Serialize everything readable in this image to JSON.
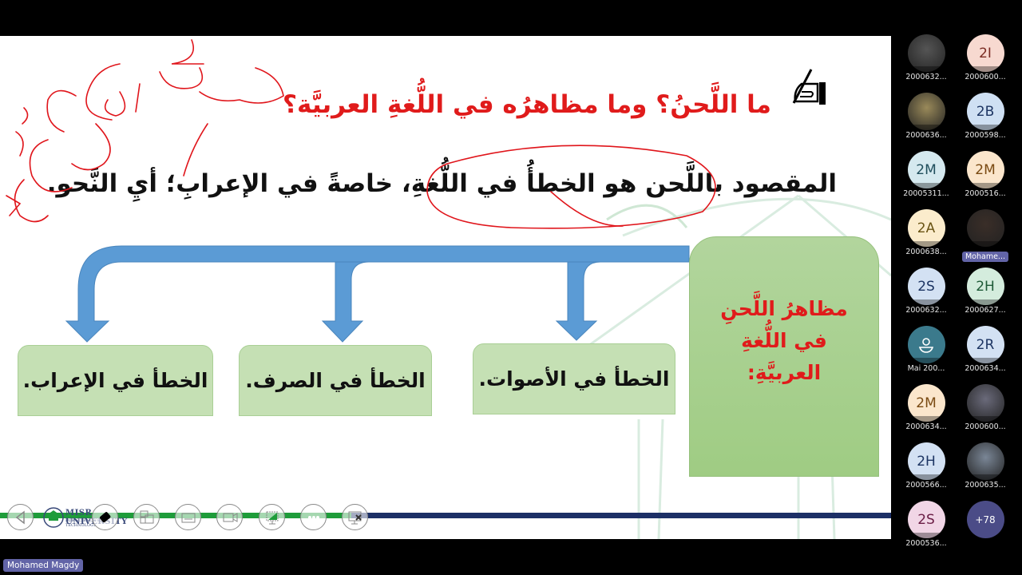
{
  "slide": {
    "title": "ما اللَّحنُ؟ وما مظاهرُه في اللُّغةِ العربيَّة؟",
    "definition": "المقصود باللَّحن هو الخطأُ في اللُّغةِ، خاصةً في الإعرابِ؛ أيِ النَّحو.",
    "main_box": "مظاهرُ اللَّحنِ في اللُّغةِ العربيَّةِ:",
    "boxes": [
      {
        "label": "الخطأ في الأصوات."
      },
      {
        "label": "الخطأ في الصرف."
      },
      {
        "label": "الخطأ في الإعراب."
      }
    ],
    "colors": {
      "title": "#e01b1b",
      "arrow": "#5b9bd5",
      "box": "#c5e0b4",
      "ink": "#e0151b"
    },
    "university_logo": {
      "name": "MISR UNIVERSITY",
      "subtitle": "FOR SCIENCE & TECHNOLOGY"
    }
  },
  "toolbar": {
    "buttons": [
      {
        "name": "previous-slide",
        "icon": "back-arrow-icon"
      },
      {
        "name": "eraser",
        "icon": "eraser-icon"
      },
      {
        "name": "slide-sorter",
        "icon": "multi-window-icon"
      },
      {
        "name": "subtitles",
        "icon": "subtitles-icon"
      },
      {
        "name": "camera",
        "icon": "video-camera-icon"
      },
      {
        "name": "display-settings",
        "icon": "monitor-icon"
      },
      {
        "name": "more-options",
        "icon": "ellipsis-icon"
      },
      {
        "name": "end-show",
        "icon": "close-screen-icon"
      }
    ]
  },
  "participants": [
    {
      "initials": "",
      "name": "2000632...",
      "bg": "#555555",
      "fg": "#ffffff",
      "photo": true
    },
    {
      "initials": "2I",
      "name": "2000600...",
      "bg": "#f7d9d0",
      "fg": "#7a2b22"
    },
    {
      "initials": "",
      "name": "2000636...",
      "bg": "#9a8a5a",
      "fg": "#ffffff",
      "photo": true
    },
    {
      "initials": "2B",
      "name": "2000598...",
      "bg": "#cfe0f3",
      "fg": "#1d3563"
    },
    {
      "initials": "2M",
      "name": "20005311...",
      "bg": "#d5e9ef",
      "fg": "#1f4e5c"
    },
    {
      "initials": "2M",
      "name": "2000516...",
      "bg": "#fbe6cc",
      "fg": "#7a4a12"
    },
    {
      "initials": "2A",
      "name": "2000638...",
      "bg": "#fbeccc",
      "fg": "#6a5414"
    },
    {
      "initials": "",
      "name": "Mohame...",
      "bg": "#3a2e28",
      "fg": "#ffffff",
      "photo": true,
      "highlight": true
    },
    {
      "initials": "2S",
      "name": "2000632...",
      "bg": "#d3e1f3",
      "fg": "#1d3563"
    },
    {
      "initials": "2H",
      "name": "2000627...",
      "bg": "#d4ecdd",
      "fg": "#1e5a37"
    },
    {
      "initials": "",
      "name": "Mai 200...",
      "bg": "#3b7a8c",
      "fg": "#ffffff",
      "icon": "person-icon"
    },
    {
      "initials": "2R",
      "name": "2000634...",
      "bg": "#d3e1f3",
      "fg": "#1d3563"
    },
    {
      "initials": "2M",
      "name": "2000634...",
      "bg": "#fbe6cc",
      "fg": "#7a4a12"
    },
    {
      "initials": "",
      "name": "2000600...",
      "bg": "#6a6a7a",
      "fg": "#ffffff",
      "photo": true
    },
    {
      "initials": "2H",
      "name": "2000566...",
      "bg": "#d3e1f3",
      "fg": "#1d3563"
    },
    {
      "initials": "",
      "name": "2000635...",
      "bg": "#7a8696",
      "fg": "#ffffff",
      "photo": true
    },
    {
      "initials": "2S",
      "name": "2000536...",
      "bg": "#f1d6e6",
      "fg": "#6a1d45"
    },
    {
      "initials": "+78",
      "name": "",
      "bg": "#4b4c87",
      "fg": "#ffffff"
    }
  ],
  "presenter": {
    "name": "Mohamed Magdy"
  }
}
